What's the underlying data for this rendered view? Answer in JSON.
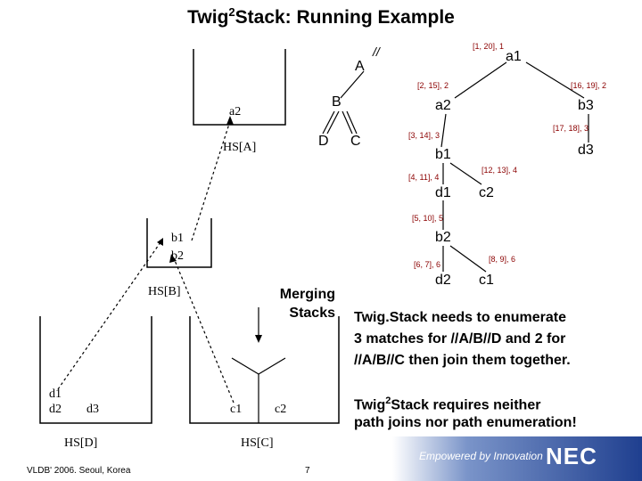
{
  "title_main": "Twig",
  "title_sup": "2",
  "title_rest": "Stack: Running Example",
  "query": {
    "A": "A",
    "B": "B",
    "C": "C",
    "D": "D",
    "slash": "//"
  },
  "stacks": {
    "hsA": {
      "label": "HS[A]",
      "items": [
        "a2"
      ]
    },
    "hsB": {
      "label": "HS[B]",
      "items": [
        "b1",
        "b2"
      ]
    },
    "hsD": {
      "label": "HS[D]",
      "items": [
        "d1",
        "d2",
        "d3"
      ]
    },
    "hsC": {
      "label": "HS[C]",
      "items": [
        "c1",
        "c2"
      ]
    }
  },
  "merging": "Merging Stacks",
  "tree": {
    "nodes": [
      "a1",
      "a2",
      "b3",
      "b1",
      "d3",
      "d1",
      "c2",
      "b2",
      "d2",
      "c1"
    ],
    "labels": [
      "[1, 20], 1",
      "[2, 15], 2",
      "[16, 19], 2",
      "[3, 14], 3",
      "[17, 18], 3",
      "[12, 13], 4",
      "[4, 11], 4",
      "[5, 10], 5",
      "[8, 9], 6",
      "[6, 7], 6"
    ]
  },
  "text1": [
    "Twig.Stack needs to enumerate",
    "3 matches for //A/B//D and 2 for",
    "//A/B//C then join them together."
  ],
  "text2_pre": "Twig",
  "text2_sup": "2",
  "text2_rest": "Stack requires neither",
  "text2_line2": "path joins nor path enumeration!",
  "footer": {
    "left": "VLDB' 2006. Seoul, Korea",
    "page": "7"
  },
  "brand": {
    "tagline": "Empowered by Innovation",
    "logo": "NEC"
  },
  "colors": {
    "tree_label": "#8B0000",
    "brand": "#1f3f8f"
  }
}
